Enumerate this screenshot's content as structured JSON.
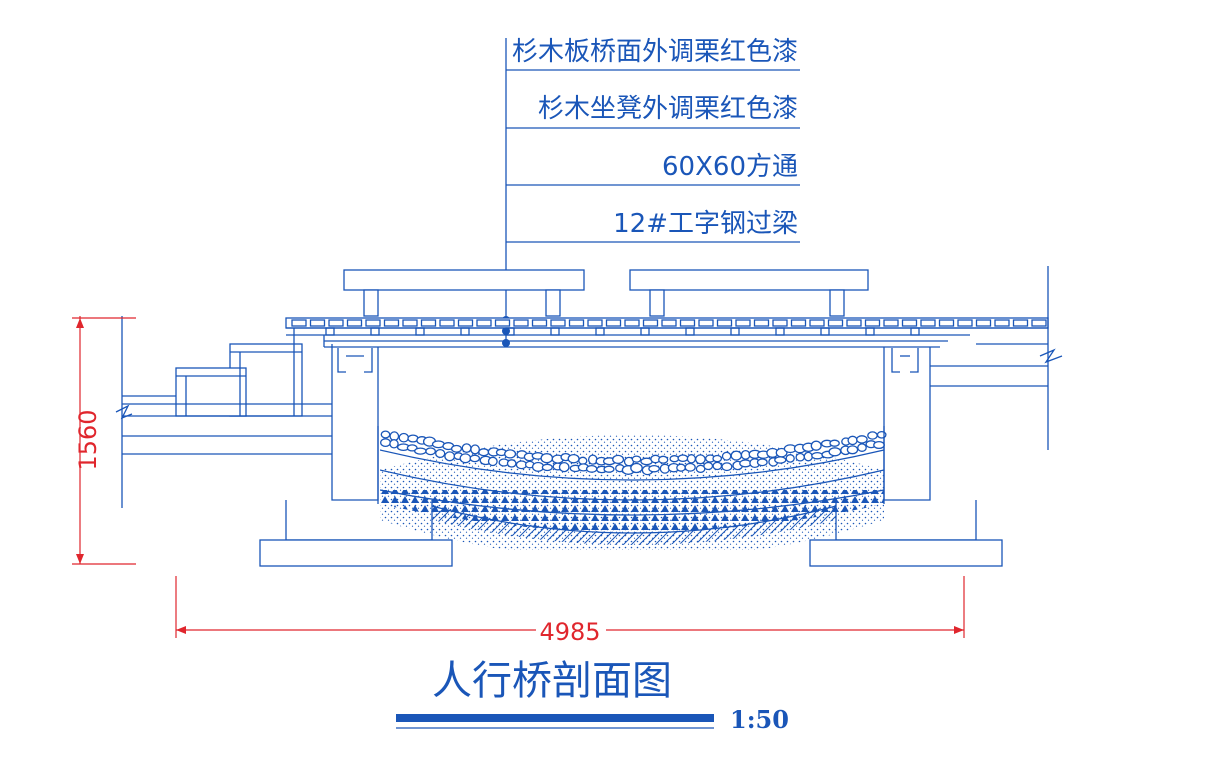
{
  "drawing": {
    "callouts": [
      "杉木板桥面外调栗红色漆",
      "杉木坐凳外调栗红色漆",
      "60X60方通",
      "12#工字钢过梁"
    ],
    "dimensions": {
      "height": "1560",
      "span": "4985"
    },
    "title": "人行桥剖面图",
    "scale": "1:50"
  },
  "colors": {
    "linework": "#1a56b8",
    "dimension": "#e0262d",
    "background": "#ffffff"
  }
}
